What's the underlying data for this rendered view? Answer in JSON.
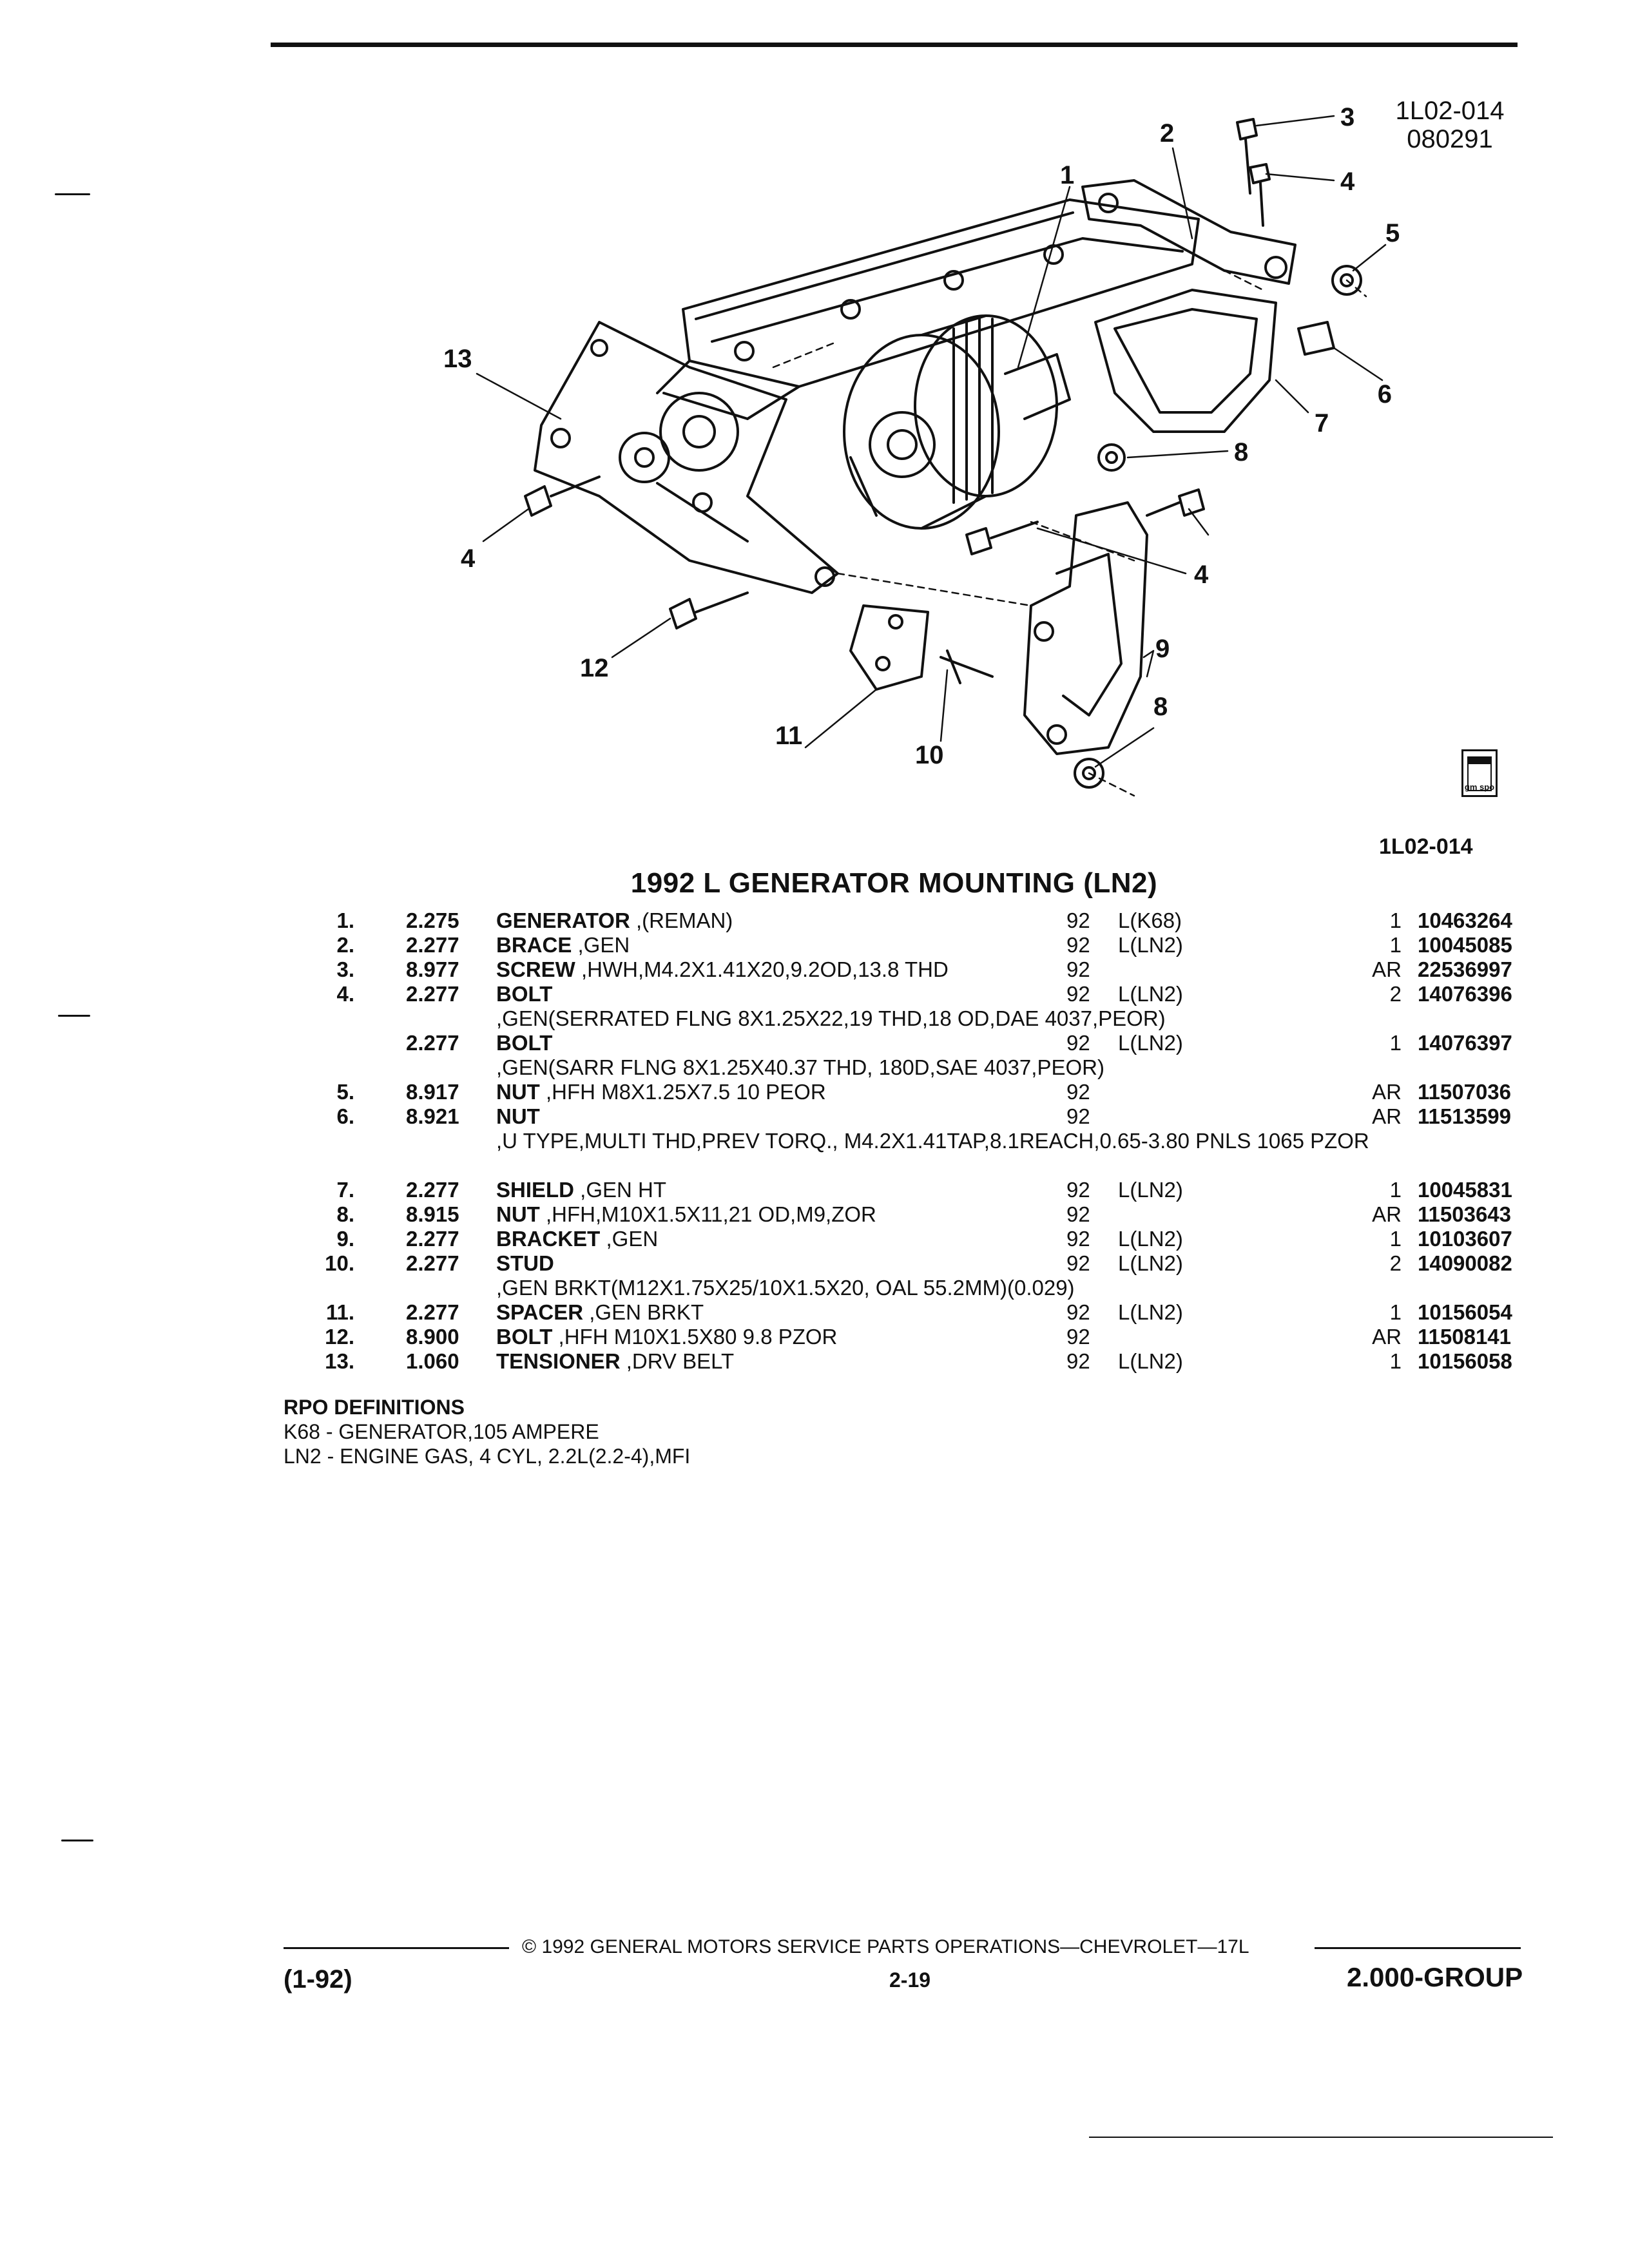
{
  "ref_code": {
    "line1": "1L02-014",
    "line2": "080291"
  },
  "figure_code": "1L02-014",
  "logo_text": "gm spo",
  "callouts": [
    "1",
    "2",
    "3",
    "4",
    "5",
    "6",
    "7",
    "8",
    "13",
    "4",
    "12",
    "11",
    "10",
    "9",
    "8",
    "4"
  ],
  "section_title": "1992 L GENERATOR MOUNTING (LN2)",
  "parts": [
    {
      "ref": "1.",
      "group": "2.275",
      "name": "GENERATOR",
      "desc": " ,(REMAN)",
      "year": "92",
      "app": "L(K68)",
      "qty": "1",
      "part_no": "10463264"
    },
    {
      "ref": "2.",
      "group": "2.277",
      "name": "BRACE",
      "desc": " ,GEN",
      "year": "92",
      "app": "L(LN2)",
      "qty": "1",
      "part_no": "10045085"
    },
    {
      "ref": "3.",
      "group": "8.977",
      "name": "SCREW",
      "desc": " ,HWH,M4.2X1.41X20,9.2OD,13.8 THD",
      "year": "92",
      "app": "",
      "qty": "AR",
      "part_no": "22536997"
    },
    {
      "ref": "4.",
      "group": "2.277",
      "name": "BOLT",
      "desc": " ,GEN(SERRATED FLNG 8X1.25X22,19 THD,18 OD,DAE 4037,PEOR)",
      "year": "92",
      "app": "L(LN2)",
      "qty": "2",
      "part_no": "14076396"
    },
    {
      "ref": "",
      "group": "2.277",
      "name": "BOLT",
      "desc": " ,GEN(SARR FLNG 8X1.25X40.37 THD, 180D,SAE 4037,PEOR)",
      "year": "92",
      "app": "L(LN2)",
      "qty": "1",
      "part_no": "14076397"
    },
    {
      "ref": "5.",
      "group": "8.917",
      "name": "NUT",
      "desc": " ,HFH M8X1.25X7.5 10 PEOR",
      "year": "92",
      "app": "",
      "qty": "AR",
      "part_no": "11507036"
    },
    {
      "ref": "6.",
      "group": "8.921",
      "name": "NUT",
      "desc": " ,U TYPE,MULTI THD,PREV TORQ., M4.2X1.41TAP,8.1REACH,0.65-3.80 PNLS 1065 PZOR",
      "year": "92",
      "app": "",
      "qty": "AR",
      "part_no": "11513599"
    },
    {
      "ref": "7.",
      "group": "2.277",
      "name": "SHIELD",
      "desc": " ,GEN HT",
      "year": "92",
      "app": "L(LN2)",
      "qty": "1",
      "part_no": "10045831"
    },
    {
      "ref": "8.",
      "group": "8.915",
      "name": "NUT",
      "desc": " ,HFH,M10X1.5X11,21 OD,M9,ZOR",
      "year": "92",
      "app": "",
      "qty": "AR",
      "part_no": "11503643"
    },
    {
      "ref": "9.",
      "group": "2.277",
      "name": "BRACKET",
      "desc": " ,GEN",
      "year": "92",
      "app": "L(LN2)",
      "qty": "1",
      "part_no": "10103607"
    },
    {
      "ref": "10.",
      "group": "2.277",
      "name": "STUD",
      "desc": " ,GEN BRKT(M12X1.75X25/10X1.5X20, OAL 55.2MM)(0.029)",
      "year": "92",
      "app": "L(LN2)",
      "qty": "2",
      "part_no": "14090082"
    },
    {
      "ref": "11.",
      "group": "2.277",
      "name": "SPACER",
      "desc": " ,GEN BRKT",
      "year": "92",
      "app": "L(LN2)",
      "qty": "1",
      "part_no": "10156054"
    },
    {
      "ref": "12.",
      "group": "8.900",
      "name": "BOLT",
      "desc": " ,HFH M10X1.5X80 9.8 PZOR",
      "year": "92",
      "app": "",
      "qty": "AR",
      "part_no": "11508141"
    },
    {
      "ref": "13.",
      "group": "1.060",
      "name": "TENSIONER",
      "desc": " ,DRV BELT",
      "year": "92",
      "app": "L(LN2)",
      "qty": "1",
      "part_no": "10156058"
    }
  ],
  "rpo": {
    "heading": "RPO DEFINITIONS",
    "lines": [
      "K68 - GENERATOR,105 AMPERE",
      "LN2 - ENGINE GAS, 4 CYL, 2.2L(2.2-4),MFI"
    ]
  },
  "footer": {
    "copyright": "© 1992 GENERAL MOTORS SERVICE PARTS OPERATIONS—CHEVROLET—17L",
    "date_code": "(1-92)",
    "page": "2-19",
    "group": "2.000-GROUP"
  }
}
